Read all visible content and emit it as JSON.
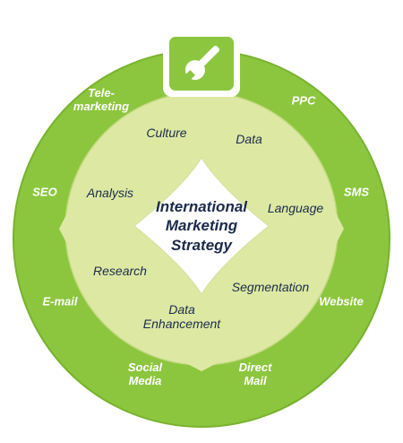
{
  "colors": {
    "outer_ring": "#8cc63f",
    "outer_ring_edge": "#79b22f",
    "inner_disc": "#dde9a3",
    "inner_disc_edge": "#c6d983",
    "center_fill": "#ffffff",
    "outer_text": "#ffffff",
    "inner_text": "#1b2a4a",
    "center_text": "#1b2a4a",
    "icon_fill": "#8cc63f"
  },
  "icon": {
    "name": "wrench-toolbox-icon"
  },
  "center": {
    "line1": "International",
    "line2": "Marketing",
    "line3": "Strategy"
  },
  "inner_items": {
    "culture": "Culture",
    "data": "Data",
    "analysis": "Analysis",
    "language": "Language",
    "research": "Research",
    "segmentation": "Segmentation",
    "data_enhancement_1": "Data",
    "data_enhancement_2": "Enhancement"
  },
  "outer_items": {
    "telemarketing_1": "Tele-",
    "telemarketing_2": "marketing",
    "ppc": "PPC",
    "seo": "SEO",
    "sms": "SMS",
    "email": "E-mail",
    "website": "Website",
    "social_media_1": "Social",
    "social_media_2": "Media",
    "direct_mail_1": "Direct",
    "direct_mail_2": "Mail"
  }
}
